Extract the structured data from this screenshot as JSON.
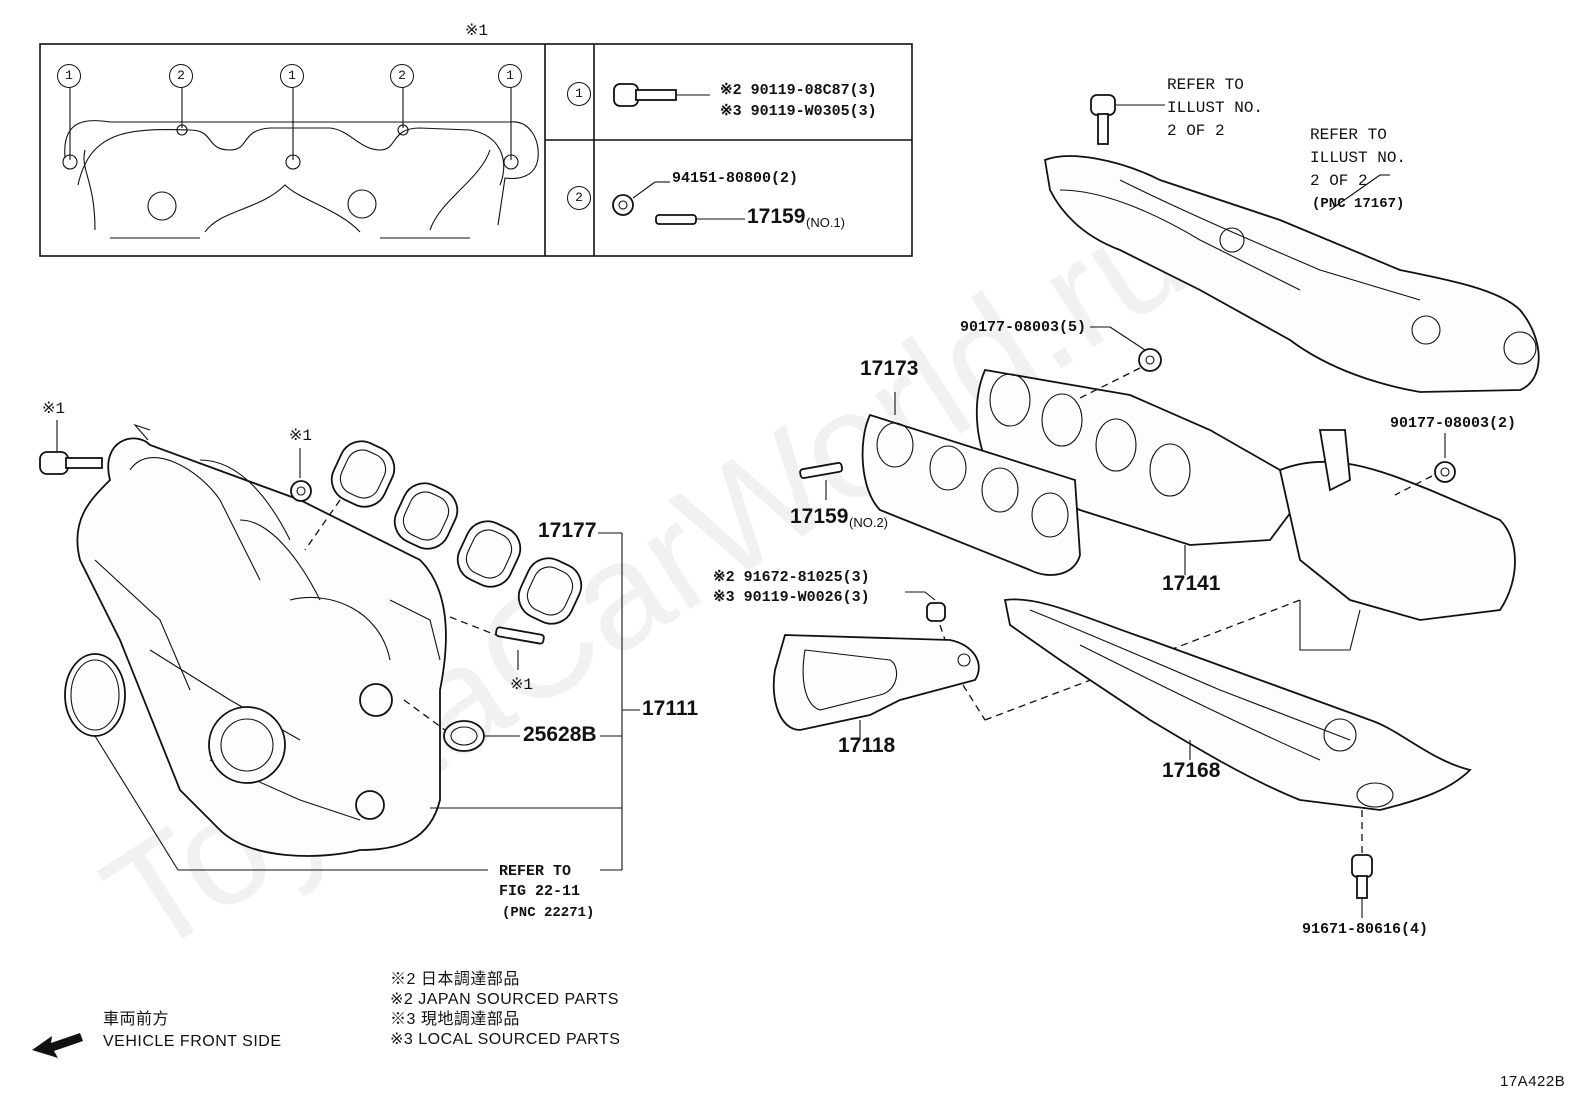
{
  "watermark": "ToyotaCarWorld.ru",
  "detail_box": {
    "ref_mark": "※1",
    "gasket_circles": [
      "1",
      "2",
      "1",
      "2",
      "1"
    ],
    "rows": [
      {
        "circle": "1",
        "lines": [
          "※2 90119-08C87(3)",
          "※3 90119-W0305(3)"
        ]
      },
      {
        "circle": "2",
        "nut": "94151-80800(2)",
        "stud": "17159",
        "stud_note": "(NO.1)"
      }
    ]
  },
  "left_assembly": {
    "bolt_mark": "※1",
    "nut_mark": "※1",
    "stud_mark": "※1",
    "gasket": "17177",
    "manifold": "17111",
    "small_gasket": "25628B",
    "refer_fig": [
      "REFER TO",
      "FIG 22-11",
      "(PNC 22271)"
    ]
  },
  "right_assembly": {
    "top_bolt_refer": [
      "REFER TO",
      "ILLUST NO.",
      "2 OF 2"
    ],
    "heat_insulator_refer": [
      "REFER TO",
      "ILLUST NO.",
      "2 OF 2",
      "(PNC 17167)"
    ],
    "nut_upper": "90177-08003(5)",
    "gasket": "17173",
    "stud": "17159",
    "stud_note": "(NO.2)",
    "exhaust_manifold": "17141",
    "nut_right": "90177-08003(2)",
    "bolt_lines": [
      "※2 91672-81025(3)",
      "※3 90119-W0026(3)"
    ],
    "bracket": "17118",
    "lower_insulator": "17168",
    "bottom_bolt": "91671-80616(4)"
  },
  "footer": {
    "direction_jp": "車両前方",
    "direction_en": "VEHICLE FRONT SIDE",
    "legend": [
      "※2  日本調達部品",
      "※2  JAPAN SOURCED PARTS",
      "※3  現地調達部品",
      "※3  LOCAL SOURCED PARTS"
    ],
    "figure_id": "17A422B"
  }
}
